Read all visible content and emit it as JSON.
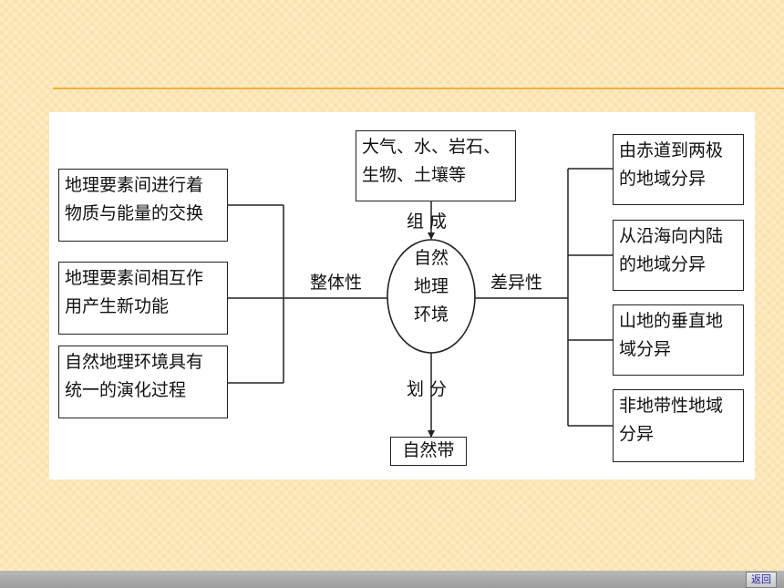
{
  "diagram": {
    "center": [
      "自然",
      "地理",
      "环境"
    ],
    "top_box": [
      "大气、水、岩石、",
      "生物、土壤等"
    ],
    "top_label": "组 成",
    "bottom_label": "划 分",
    "bottom_box": "自然带",
    "left_label": "整体性",
    "right_label": "差异性",
    "left_boxes": [
      [
        "地理要素间进行着",
        "物质与能量的交换"
      ],
      [
        "地理要素间相互作",
        "用产生新功能"
      ],
      [
        "自然地理环境具有",
        "统一的演化过程"
      ]
    ],
    "right_boxes": [
      [
        "由赤道到两极",
        "的地域分异"
      ],
      [
        "从沿海向内陆",
        "的地域分异"
      ],
      [
        "山地的垂直地",
        "域分异"
      ],
      [
        "非地带性地域",
        "分异"
      ]
    ]
  },
  "footer": {
    "back_label": "返回"
  }
}
